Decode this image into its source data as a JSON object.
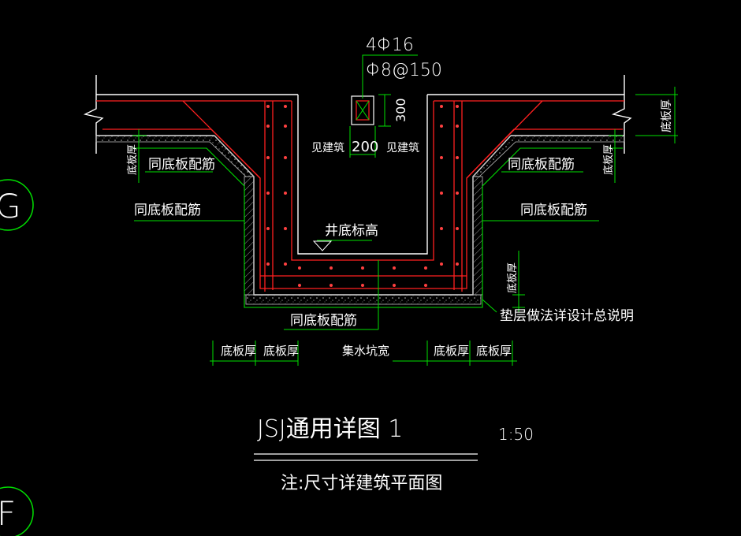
{
  "colors": {
    "background": "#000000",
    "slab_outline": "#ffffff",
    "rebar": "#ff2020",
    "dimension": "#00e000",
    "rebar_dots": "#ff4040",
    "hatch": "#a0a0a0",
    "leader": "#00e000",
    "text": "#ffffff"
  },
  "grid_axes": {
    "upper": "G",
    "lower": "F"
  },
  "rebar_callout": {
    "main_bars": "4Φ16",
    "stirrups": "Φ8@150"
  },
  "labels": {
    "see_arch_left": "见建筑",
    "see_arch_right": "见建筑",
    "width_200": "200",
    "height_300": "300",
    "slab_thickness_vertical_right": "底板厚",
    "slab_thickness_vertical_left": "底板厚",
    "slab_thickness_vertical_right2": "底板厚",
    "slab_thickness_vertical_pit": "底板厚",
    "same_bottom_rebar_1": "同底板配筋",
    "same_bottom_rebar_2": "同底板配筋",
    "same_bottom_rebar_3": "同底板配筋",
    "same_bottom_rebar_4": "同底板配筋",
    "same_bottom_rebar_5": "同底板配筋",
    "pit_bottom_elevation": "井底标高",
    "cushion_note": "垫层做法详设计总说明"
  },
  "dimension_row": {
    "items": [
      "底板厚",
      "底板厚",
      "集水坑宽",
      "底板厚",
      "底板厚"
    ]
  },
  "title_block": {
    "title": "JSJ通用详图 1",
    "scale": "1:50",
    "note": "注:尺寸详建筑平面图"
  }
}
